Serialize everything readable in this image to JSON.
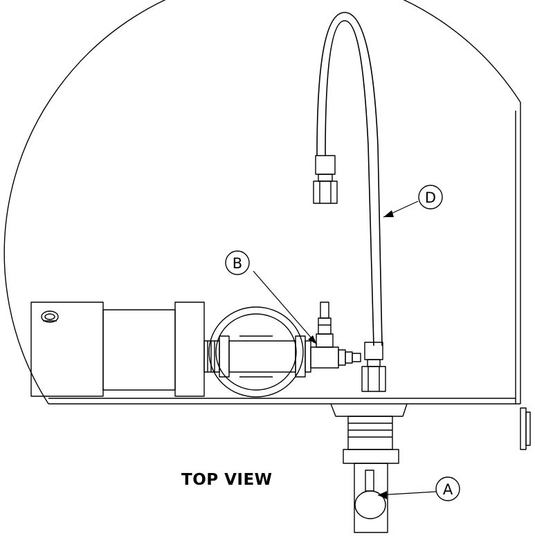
{
  "view_title": "TOP VIEW",
  "callouts": {
    "a": "A",
    "b": "B",
    "d": "D"
  },
  "colors": {
    "line": "#000000",
    "background": "#ffffff"
  }
}
